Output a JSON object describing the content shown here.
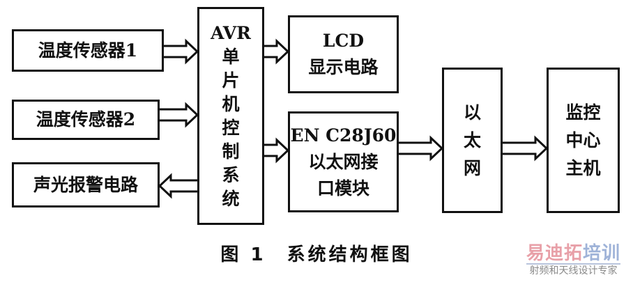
{
  "blocks": {
    "sensor1": "温度传感器1",
    "sensor2": "温度传感器2",
    "alarm": "声光报警电路",
    "mcu": [
      "AVR",
      "单",
      "片",
      "机",
      "控",
      "制",
      "系",
      "统"
    ],
    "lcd": [
      "LCD",
      "显示电路"
    ],
    "enc": [
      "EN C28J60",
      "以太网接",
      "口模块"
    ],
    "ethernet": [
      "以",
      "太",
      "网"
    ],
    "host": [
      "监控",
      "中心",
      "主机"
    ]
  },
  "caption": "图 1　系统结构框图",
  "watermark": {
    "brand_red": "易迪拓",
    "brand_blue": "培训",
    "tagline": "射频和天线设计专家"
  }
}
